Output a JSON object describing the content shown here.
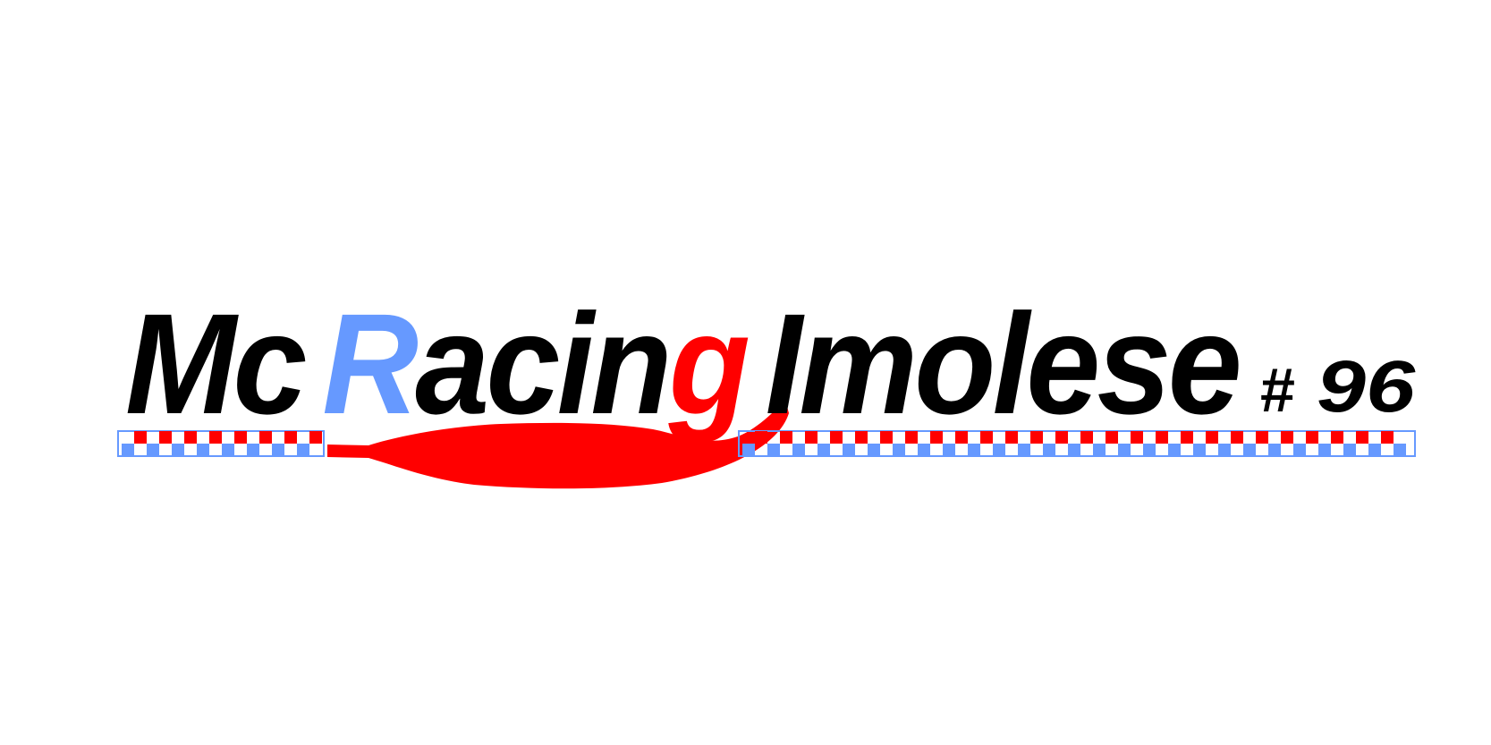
{
  "logo": {
    "parts": [
      "Mc",
      "R",
      "acin",
      "g",
      "Imolese",
      "#",
      "96"
    ],
    "full_text": "Mc Racing Imolese #96"
  },
  "colors": {
    "background": "#ffffff",
    "text": "#000000",
    "accent_blue": "#6699ff",
    "accent_red": "#ff0000",
    "checker_red": "#ff0000",
    "checker_blue": "#6699ff"
  }
}
